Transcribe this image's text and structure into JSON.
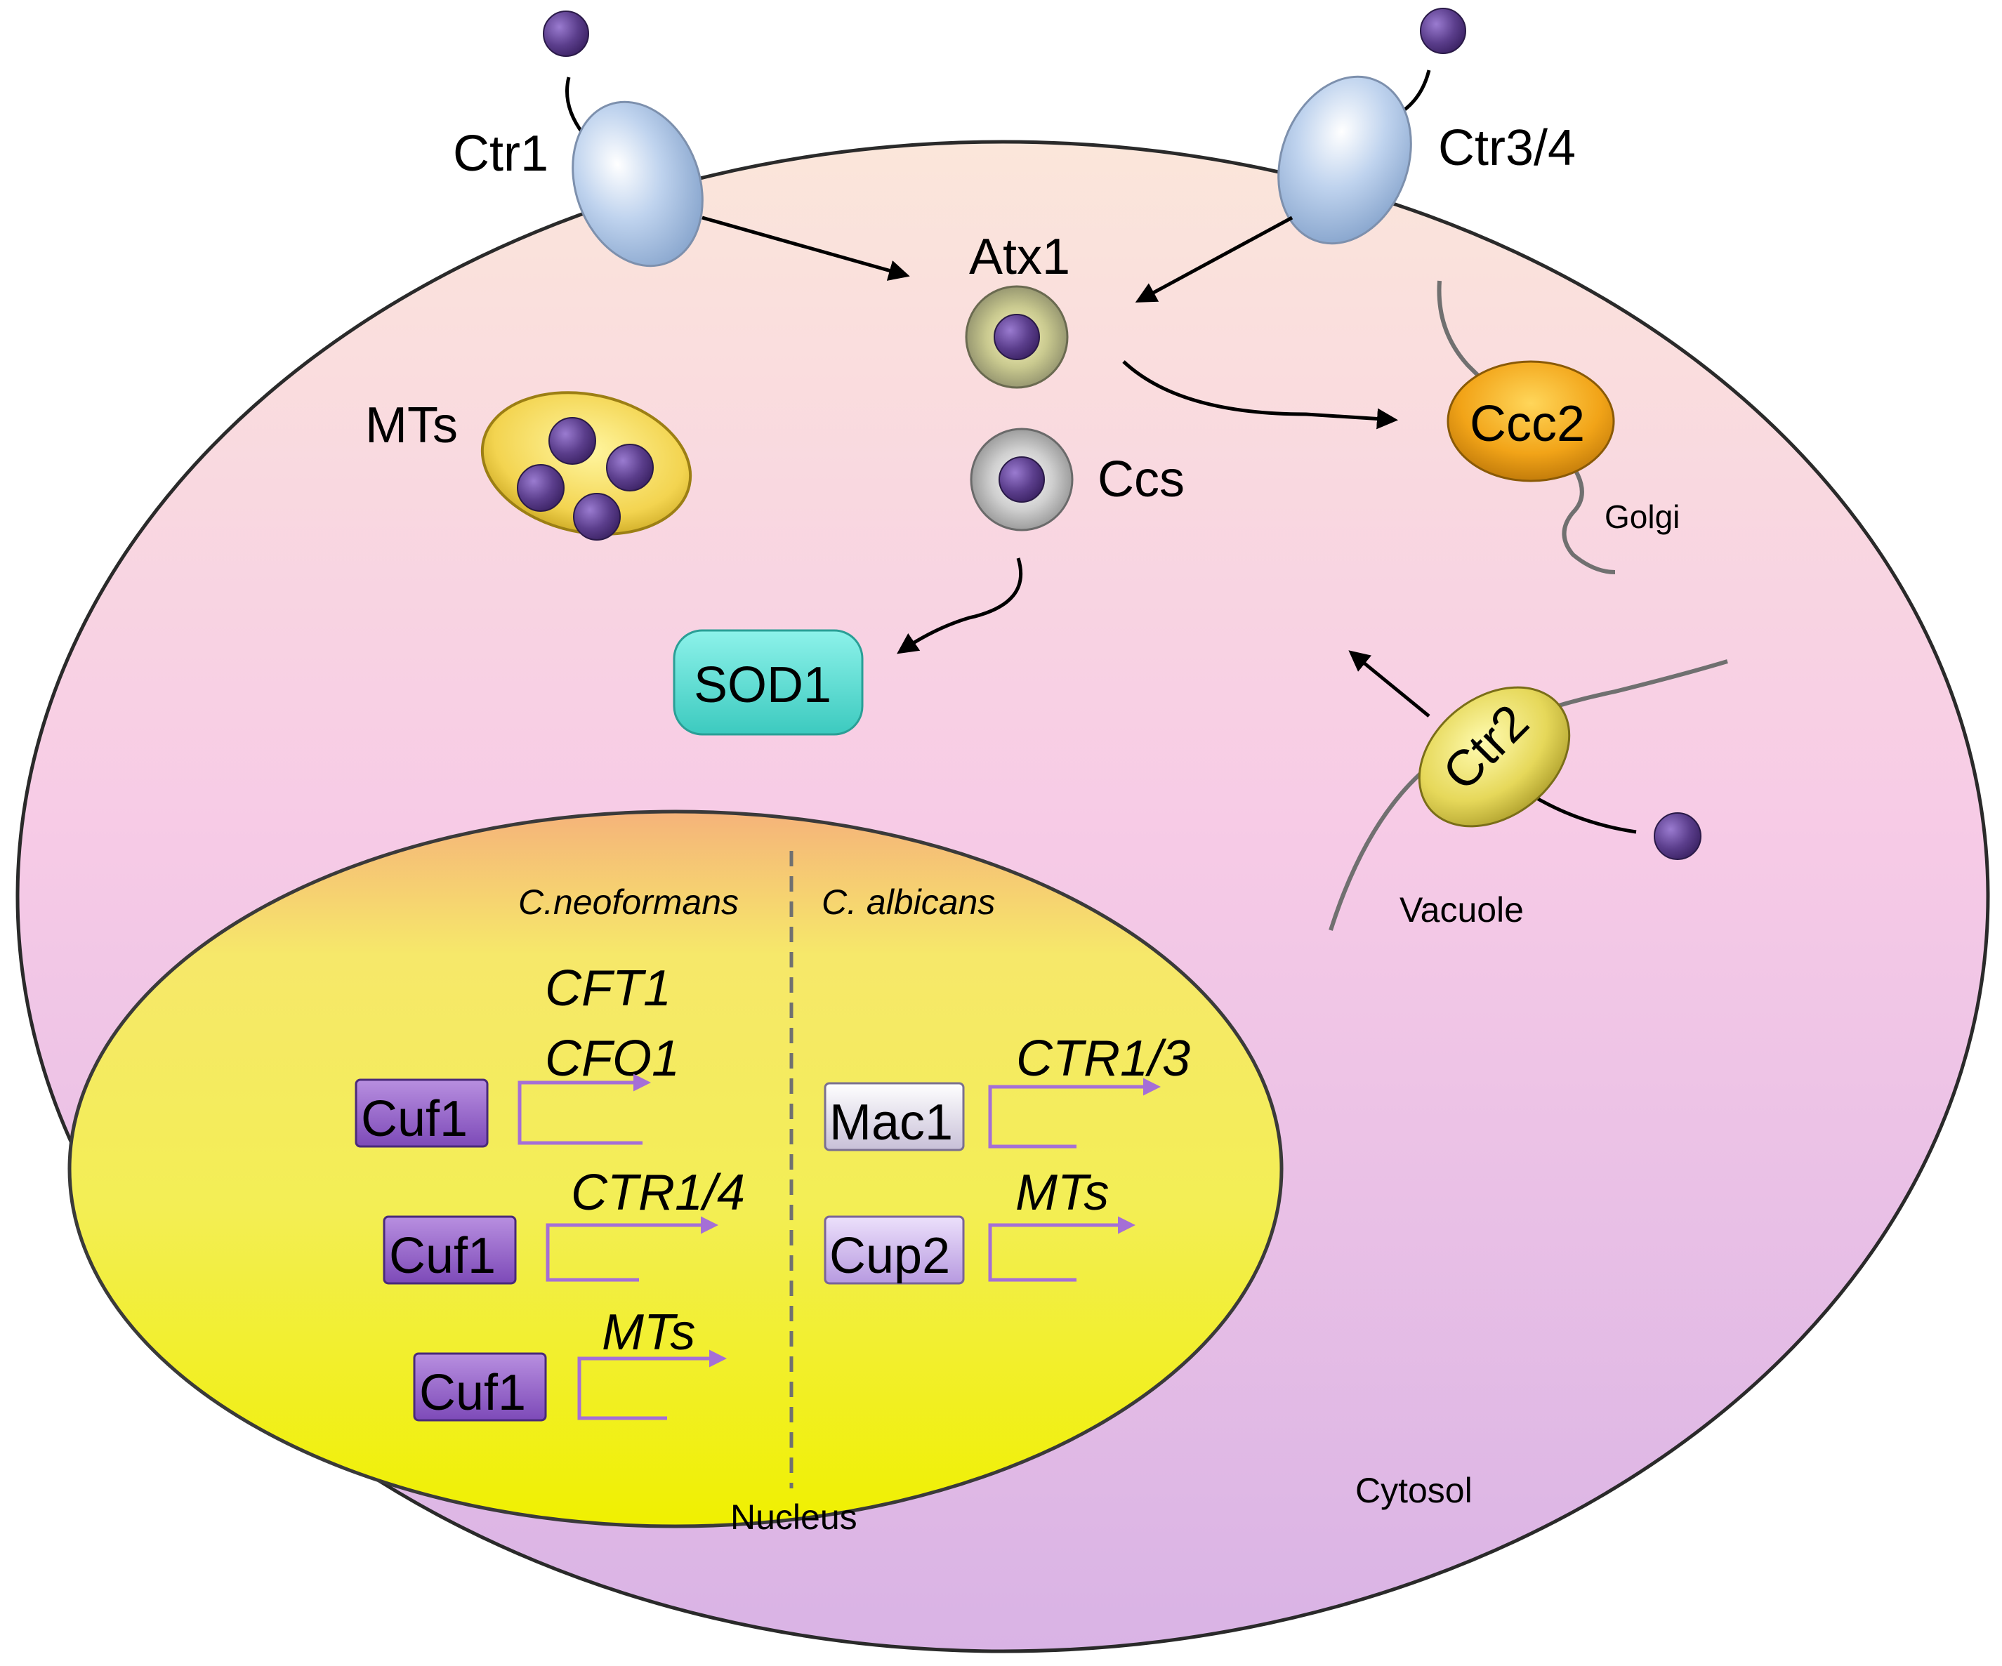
{
  "labels": {
    "ctr1": "Ctr1",
    "ctr34": "Ctr3/4",
    "atx1": "Atx1",
    "ccs": "Ccs",
    "mts_cyto": "MTs",
    "ccc2": "Ccc2",
    "golgi": "Golgi",
    "sod1": "SOD1",
    "ctr2": "Ctr2",
    "vacuole": "Vacuole",
    "cytosol": "Cytosol",
    "nucleus": "Nucleus"
  },
  "nucleus": {
    "left_species": "C.neoformans",
    "right_species": "C. albicans",
    "left_factors": [
      {
        "factor": "Cuf1",
        "genes": [
          "CFT1",
          "CFO1"
        ]
      },
      {
        "factor": "Cuf1",
        "genes": [
          "CTR1/4"
        ]
      },
      {
        "factor": "Cuf1",
        "genes": [
          "MTs"
        ]
      }
    ],
    "right_factors": [
      {
        "factor": "Mac1",
        "genes": [
          "CTR1/3"
        ]
      },
      {
        "factor": "Cup2",
        "genes": [
          "MTs"
        ]
      }
    ]
  },
  "colors": {
    "copper_ion": "#5a3d8a",
    "cell_top": "#fbe3dc",
    "cell_bottom": "#d8b4e6",
    "nucleus_fill": "#f4ee2a",
    "sod1": "#5fe0d5",
    "ccc2": "#f0a418",
    "cuf1": "#9b6ad0",
    "gene_arrow": "#a56fd6"
  }
}
